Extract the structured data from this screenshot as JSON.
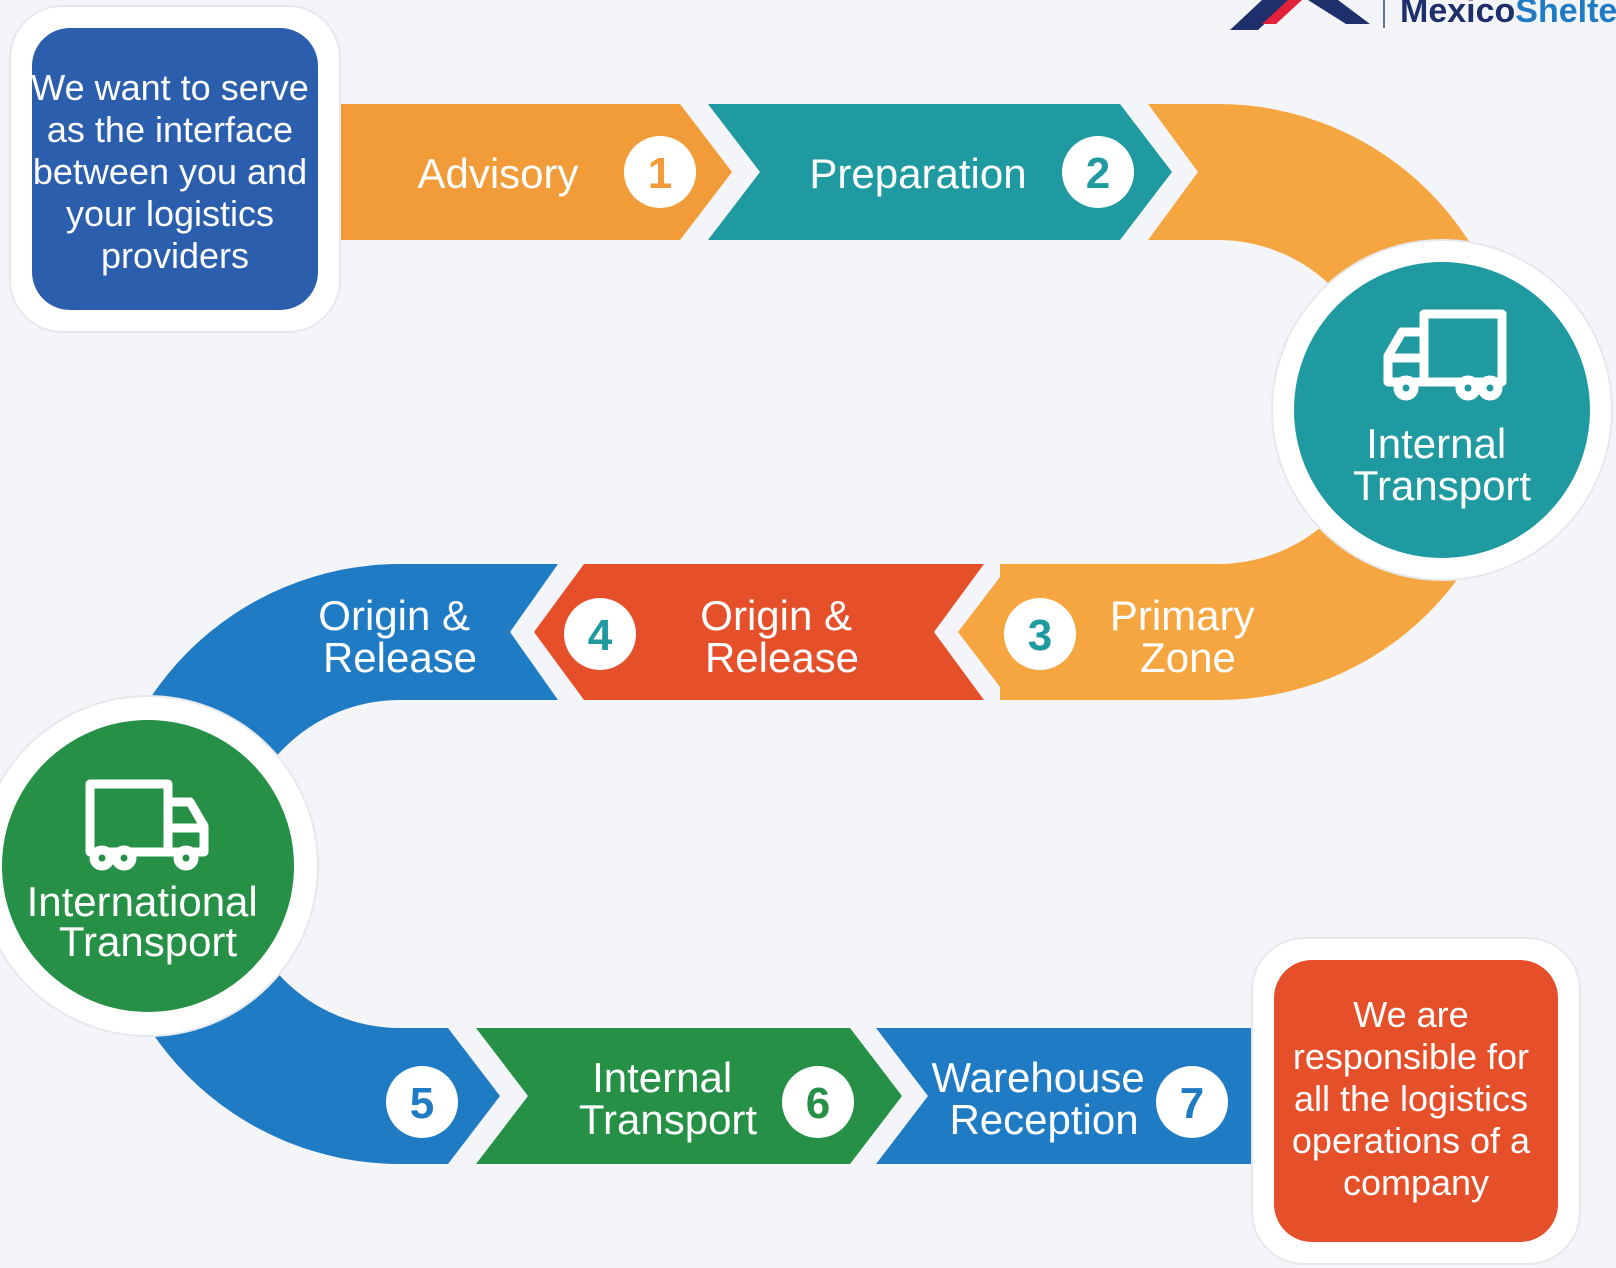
{
  "logo": {
    "brand_part1": "Mexico",
    "brand_part2": "Shelter"
  },
  "intro_box": {
    "lines": [
      "We want to serve",
      "as the interface",
      "between you and",
      "your logistics",
      "providers"
    ]
  },
  "outro_box": {
    "lines": [
      "We are",
      "responsible for",
      "all the logistics",
      "operations of a",
      "company"
    ]
  },
  "steps": [
    {
      "number": "1",
      "label_lines": [
        "Advisory"
      ]
    },
    {
      "number": "2",
      "label_lines": [
        "Preparation"
      ]
    },
    {
      "number": "3",
      "label_lines": [
        "Primary",
        "Zone"
      ]
    },
    {
      "number": "4",
      "label_lines": [
        "Origin &",
        "Release"
      ]
    },
    {
      "number": "5",
      "label_lines": [
        "Origin &",
        "Release"
      ]
    },
    {
      "number": "6",
      "label_lines": [
        "Internal",
        "Transport"
      ]
    },
    {
      "number": "7",
      "label_lines": [
        "Warehouse",
        "Reception"
      ]
    }
  ],
  "hubs": {
    "internal_transport": {
      "label_lines": [
        "Internal",
        "Transport"
      ],
      "icon": "truck-icon"
    },
    "international_transport": {
      "label_lines": [
        "International",
        "Transport"
      ],
      "icon": "truck-icon"
    }
  },
  "colors": {
    "orange": "#f19c38",
    "light_orange": "#f5a640",
    "teal": "#1f9aa1",
    "red": "#e5502b",
    "blue": "#1f7bc4",
    "dark_blue": "#2b5fae",
    "green": "#269046",
    "background": "#f4f5f8",
    "logo_navy": "#1e2f6b",
    "logo_red": "#e2203a"
  }
}
